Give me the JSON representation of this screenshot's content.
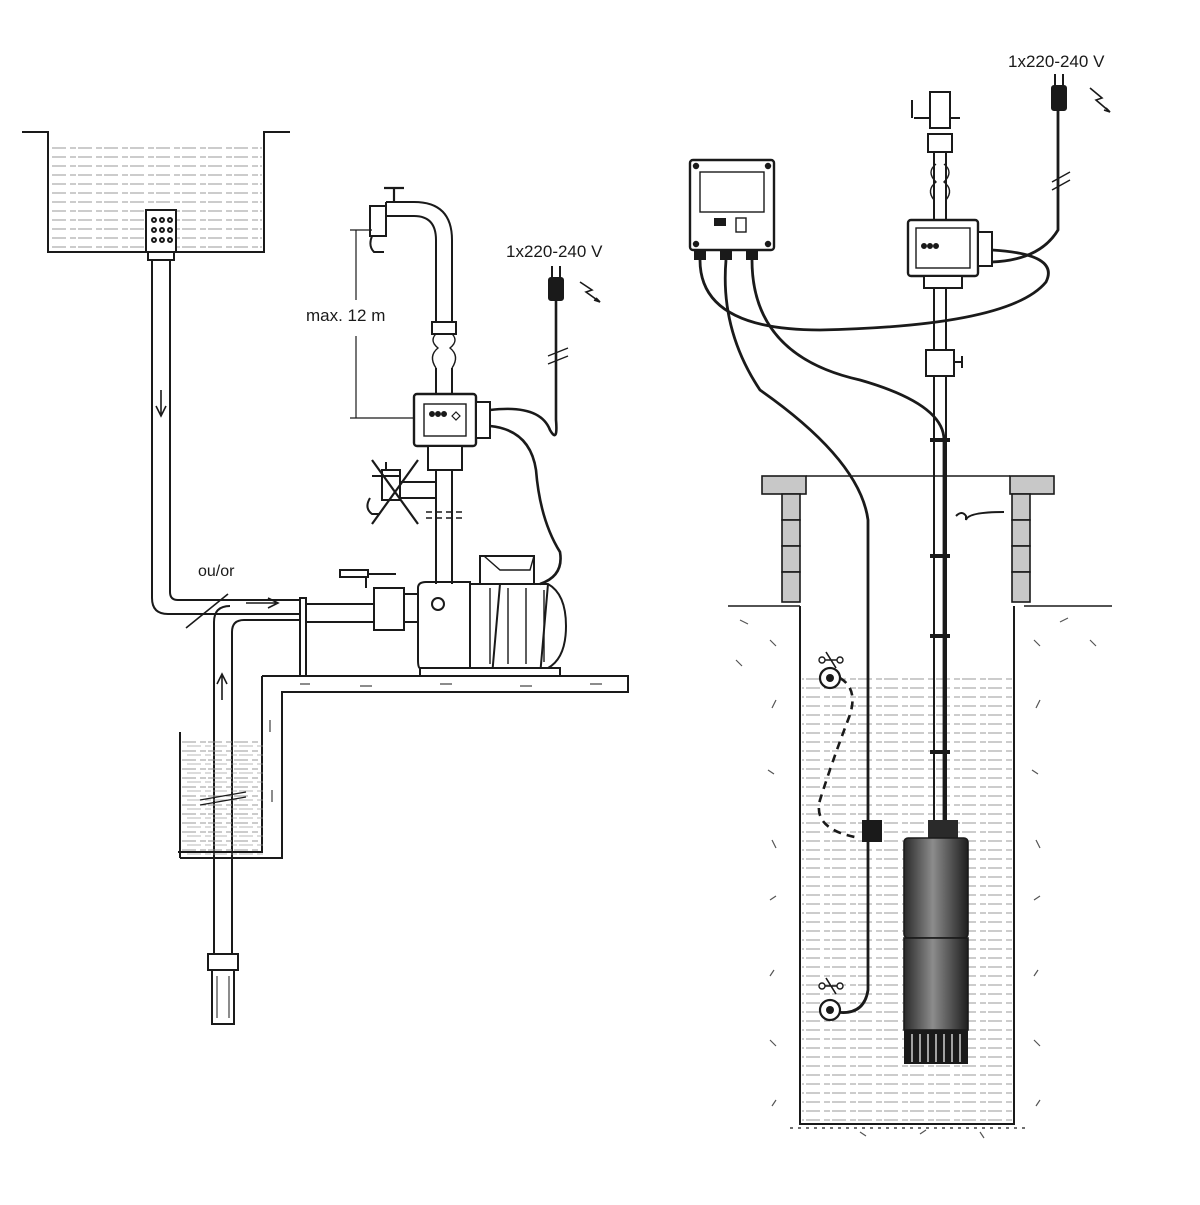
{
  "labels": {
    "voltage_left": "1x220-240 V",
    "voltage_right": "1x220-240 V",
    "max_height": "max. 12 m",
    "alternative": "ou/or"
  },
  "colors": {
    "ink": "#1a1a1a",
    "water_lines": "#9a9a9a",
    "wall": "#c8c8c8",
    "soil_marks": "#555555"
  }
}
